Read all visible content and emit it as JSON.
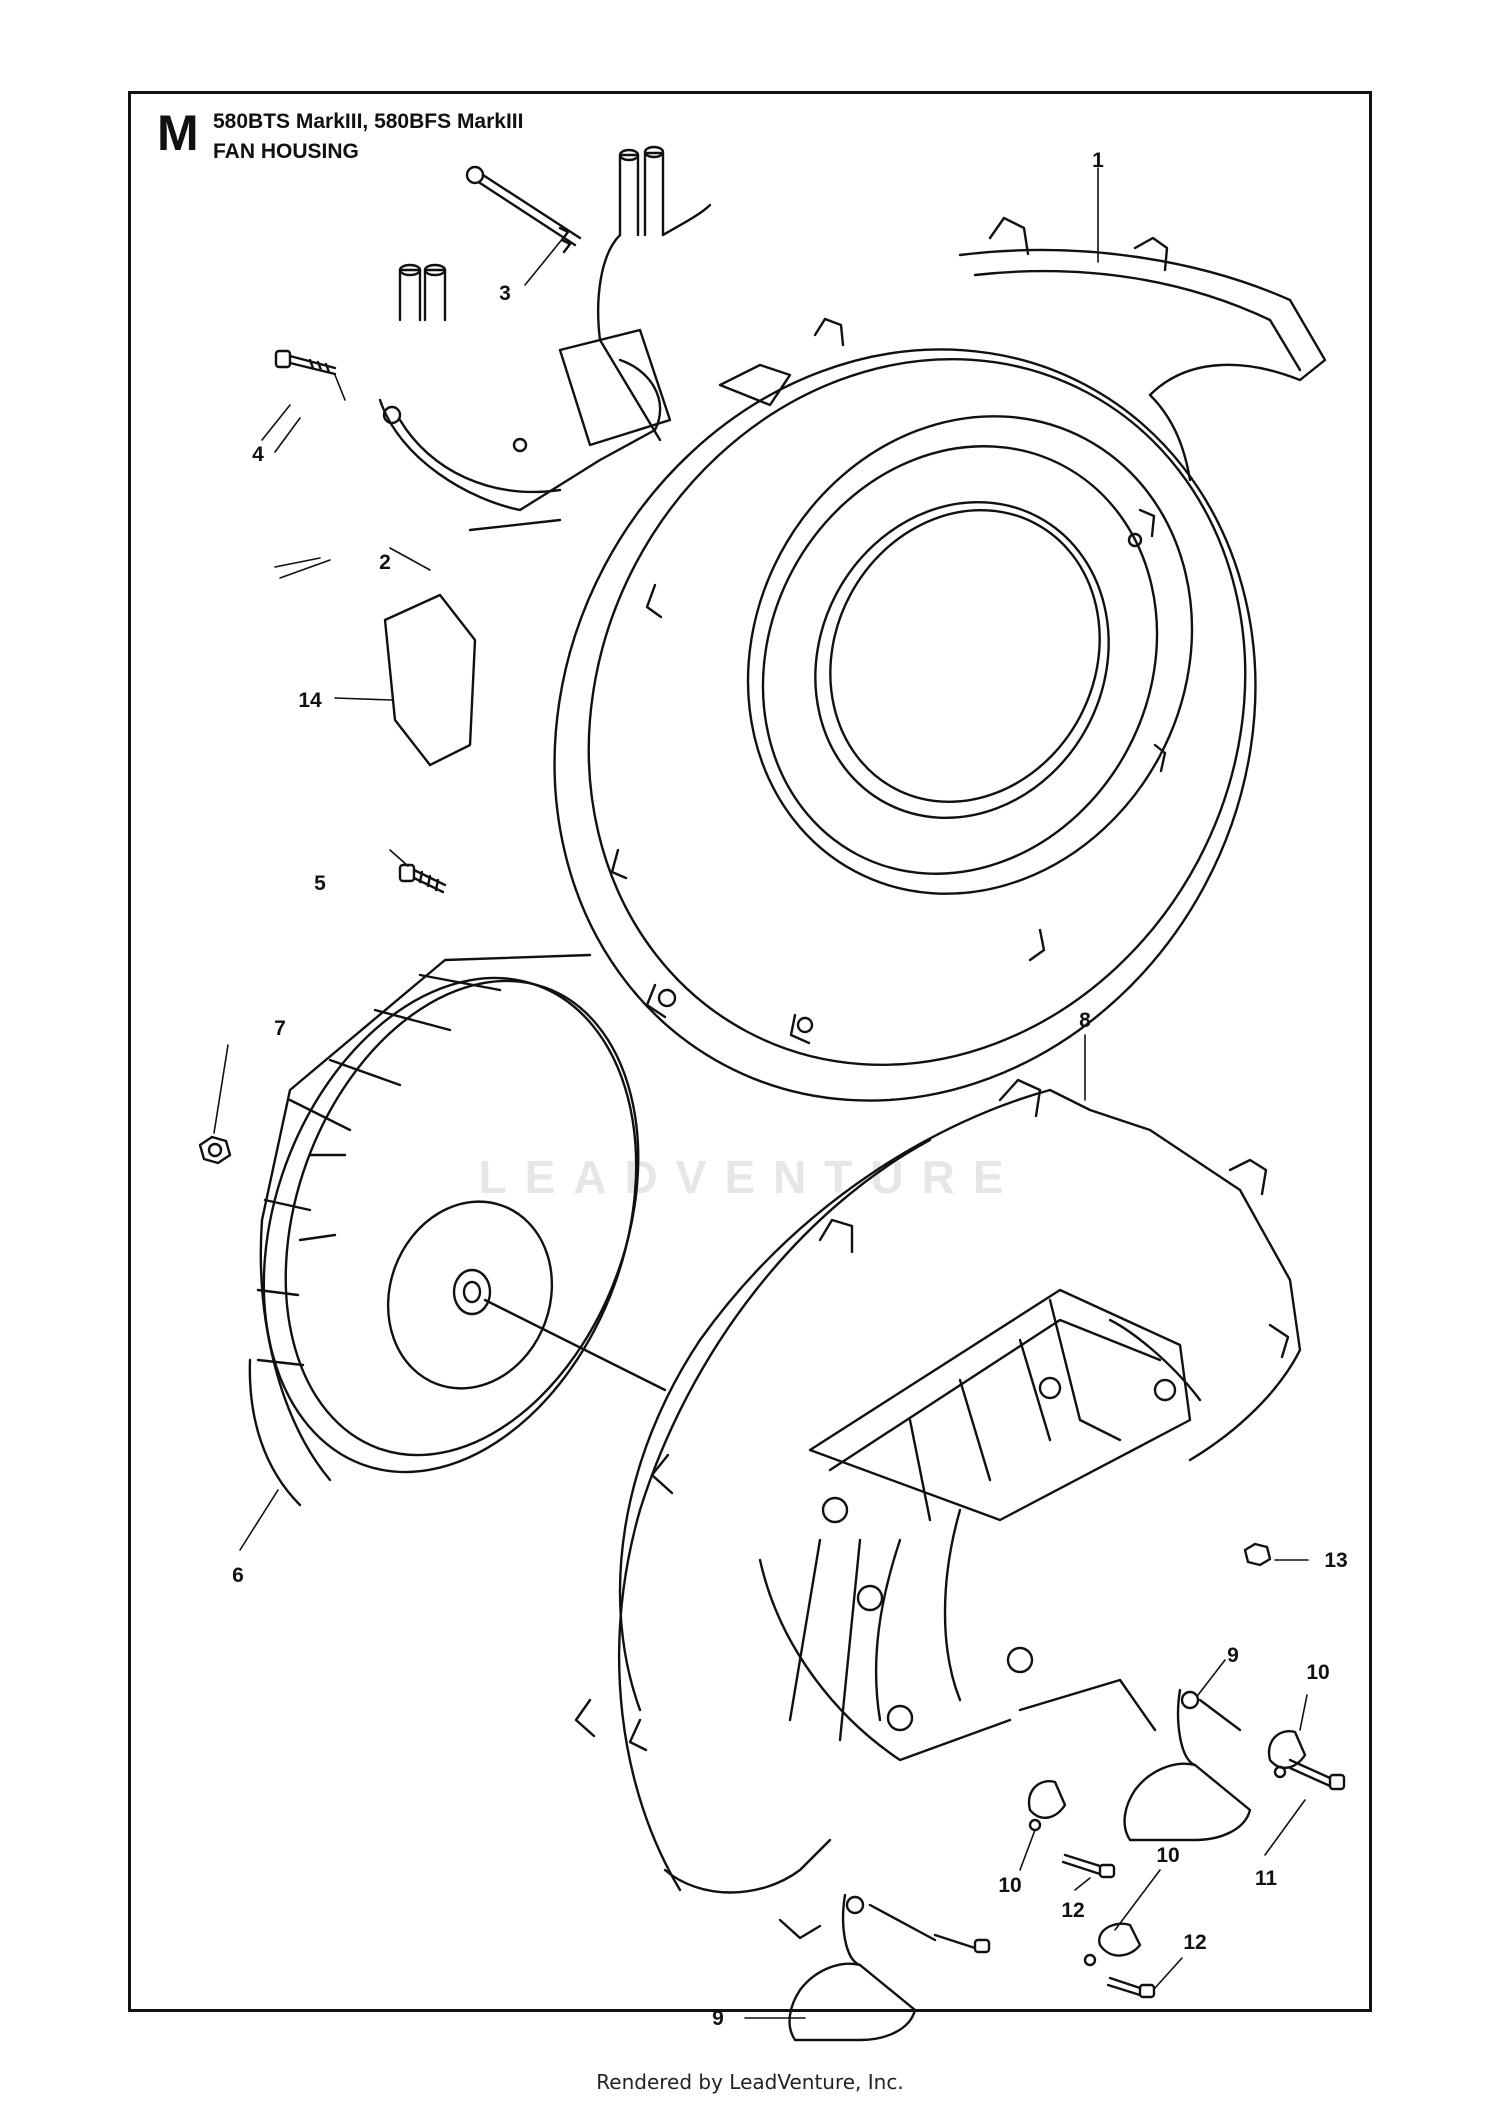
{
  "diagram": {
    "section_letter": "M",
    "models": "580BTS MarkIII, 580BFS MarkIII",
    "title": "FAN HOUSING",
    "watermark": "LEADVENTURE",
    "callouts": [
      "1",
      "2",
      "3",
      "4",
      "5",
      "6",
      "7",
      "8",
      "9",
      "9",
      "10",
      "10",
      "10",
      "11",
      "12",
      "12",
      "13",
      "14"
    ]
  },
  "footer": {
    "text": "Rendered by LeadVenture, Inc."
  }
}
